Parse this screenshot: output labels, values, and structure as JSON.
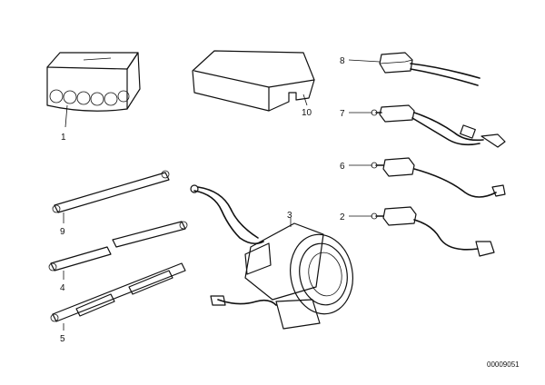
{
  "callouts": {
    "c1": "1",
    "c2": "2",
    "c3": "3",
    "c4": "4",
    "c5": "5",
    "c6": "6",
    "c7": "7",
    "c8": "8",
    "c9": "9",
    "c10": "10"
  },
  "diagram_code": "00009051"
}
